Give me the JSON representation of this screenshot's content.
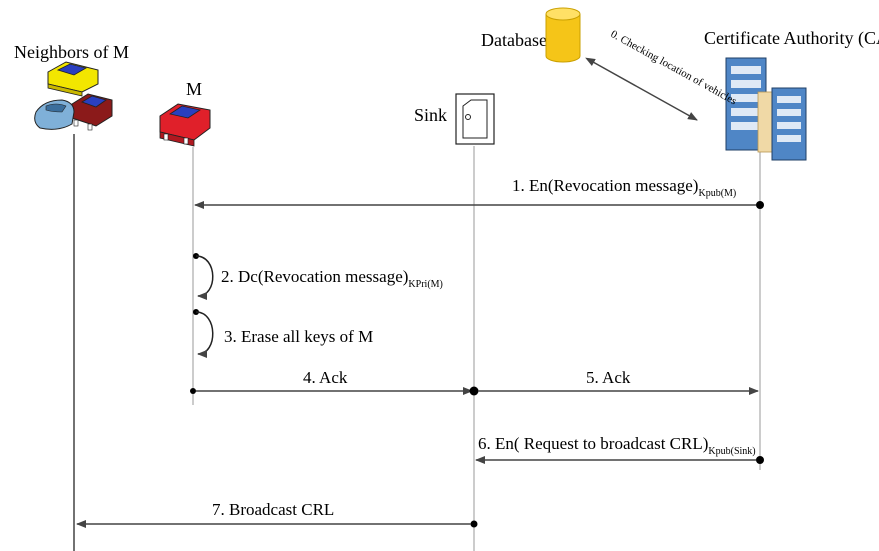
{
  "actors": {
    "neighbors": "Neighbors of M",
    "m": "M",
    "sink": "Sink",
    "database": "Database",
    "ca": "Certificate Authority (CA)"
  },
  "check_label": "0. Checking location of vehicles",
  "messages": {
    "msg1": {
      "text": "1. En(Revocation message)",
      "sub": "Kpub(M)"
    },
    "msg2": {
      "text": "2. Dc(Revocation message)",
      "sub": "KPri(M)"
    },
    "msg3": {
      "text": "3. Erase all keys of M"
    },
    "msg4": {
      "text": "4. Ack"
    },
    "msg5": {
      "text": "5. Ack"
    },
    "msg6": {
      "text": "6. En( Request to broadcast CRL)",
      "sub": "Kpub(Sink)"
    },
    "msg7": {
      "text": "7. Broadcast CRL"
    }
  },
  "colors": {
    "lifeline": "#999999",
    "arrow": "#444444",
    "database": "#f5c518",
    "server": "#4f86c6",
    "car_yellow": "#f2e600",
    "car_red": "#e0202a",
    "car_darkred": "#8b1a1a",
    "car_blue": "#2a3fbf",
    "car_lightblue": "#7fb0d8"
  }
}
